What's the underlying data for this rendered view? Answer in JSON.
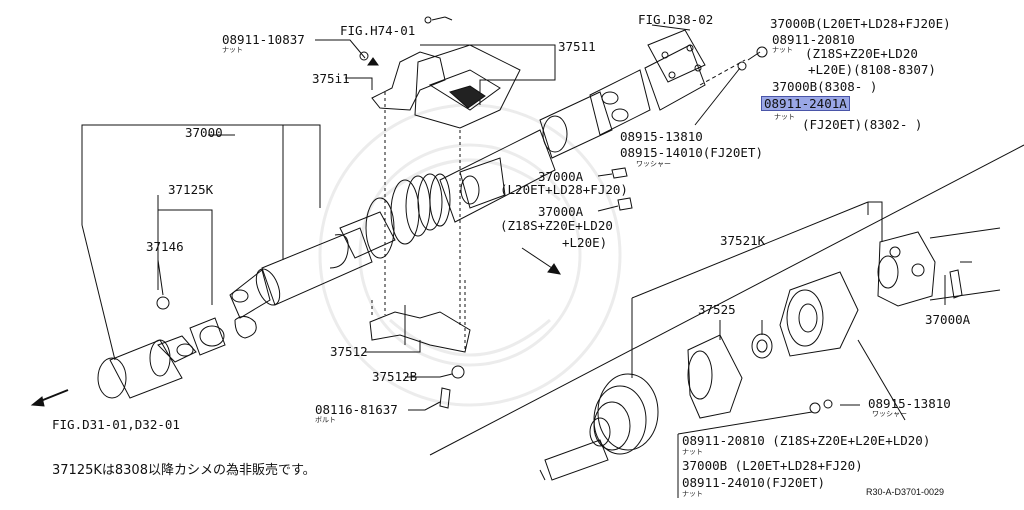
{
  "figure_refs": {
    "h74": "FIG.H74-01",
    "d38": "FIG.D38-02",
    "d31": "FIG.D31-01,D32-01"
  },
  "labels": {
    "p_08911_10837": "08911-10837",
    "p_08911_10837_sub": "ナット",
    "p_37511_a": "37511",
    "p_37511_b": "375i1",
    "p_37000": "37000",
    "p_37125k": "37125K",
    "p_37146": "37146",
    "p_37000b_l1": "37000B(L20ET+LD28+FJ20E)",
    "p_08911_20810": "08911-20810",
    "p_08911_20810_sub": "ナット",
    "p_z18s_line": "(Z18S+Z20E+LD20",
    "p_l20e_line": "+L20E)(8108-8307)",
    "p_37000b_8308": "37000B(8308-    )",
    "p_08911_2401a": "08911-2401A",
    "p_08911_2401a_sub": "ナット",
    "p_fj20et_line": "(FJ20ET)(8302-     )",
    "p_08915_13810": "08915-13810",
    "p_08915_14010": "08915-14010(FJ20ET)",
    "p_washer_sub": "ワッシャー",
    "p_37000a_1": "37000A",
    "p_37000a_1_spec": "(L20ET+LD28+FJ20)",
    "p_37000a_2": "37000A",
    "p_37000a_2_spec1": "(Z18S+Z20E+LD20",
    "p_37000a_2_spec2": "+L20E)",
    "p_37521k": "37521K",
    "p_37525": "37525",
    "p_37000a_3": "37000A",
    "p_37512": "37512",
    "p_37512b": "37512B",
    "p_08116_81637": "08116-81637",
    "p_08116_sub": "ボルト",
    "p_08915_13810_b": "08915-13810",
    "p_washer_sub_b": "ワッシャー",
    "bottom_l1": "08911-20810 (Z18S+Z20E+L20E+LD20)",
    "bottom_l1_sub": "ナット",
    "bottom_l2": "37000B (L20ET+LD28+FJ20)",
    "bottom_l3": "08911-24010(FJ20ET)",
    "bottom_l3_sub": "ナット"
  },
  "note": "37125Kは8308以降カシメの為非販売です。",
  "drawing_code": "R30-A-D3701-0029",
  "colors": {
    "ink": "#111111",
    "highlight": "#9aa7e6"
  }
}
